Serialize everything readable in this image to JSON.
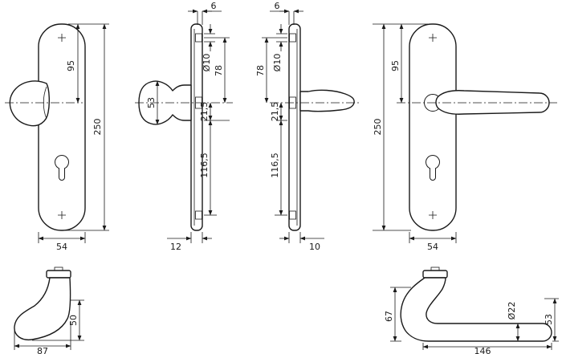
{
  "drawing": {
    "front_left": {
      "d95": "95",
      "d250": "250",
      "d54": "54"
    },
    "profile_knob": {
      "d6": "6",
      "d10": "Ø10",
      "d78": "78",
      "d53": "53",
      "d21_5": "21,5",
      "d116_5": "116,5",
      "d12": "12"
    },
    "profile_lever": {
      "d6": "6",
      "d10": "Ø10",
      "d78": "78",
      "d21_5": "21,5",
      "d116_5": "116,5",
      "d10b": "10"
    },
    "front_right": {
      "d95": "95",
      "d250": "250",
      "d54": "54"
    },
    "knob_side": {
      "d50": "50",
      "d87": "87"
    },
    "lever_side": {
      "d67": "67",
      "d22": "Ø22",
      "d53": "53",
      "d146": "146"
    }
  },
  "colors": {
    "line": "#1a1a1a",
    "background": "#ffffff"
  }
}
